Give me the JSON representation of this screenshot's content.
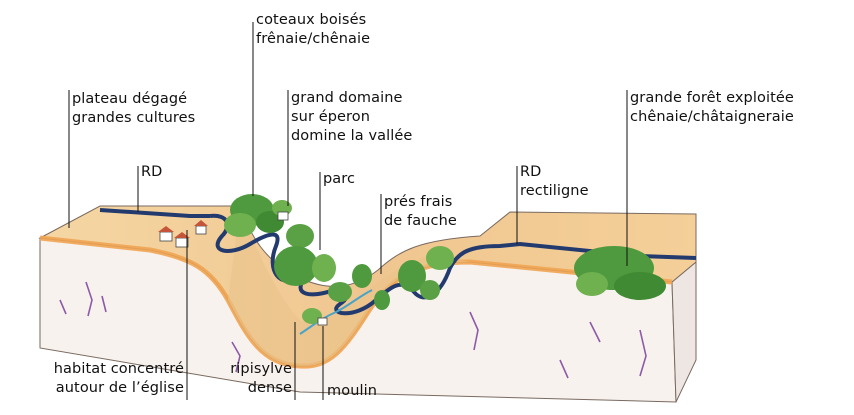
{
  "labels": {
    "coteaux": [
      "coteaux boisés",
      "frênaie/chênaie"
    ],
    "plateau": [
      "plateau dégagé",
      "grandes cultures"
    ],
    "domaine": [
      "grand domaine",
      "sur éperon",
      "domine la vallée"
    ],
    "foret": [
      "grande forêt exploitée",
      "chênaie/châtaigneraie"
    ],
    "rd_left": "RD",
    "parc": "parc",
    "pres": [
      "prés frais",
      "de fauche"
    ],
    "rd_right": [
      "RD",
      "rectiligne"
    ],
    "habitat": [
      "habitat concentré",
      "autour de l’église"
    ],
    "ripisylve": [
      "ripisylve",
      "dense"
    ],
    "moulin": "moulin"
  },
  "colors": {
    "plateau": "#f2c48a",
    "side": "#f6f1ec",
    "road": "#233a6e",
    "forest": "#4f9a3e",
    "cracks": "#8d5aa8"
  }
}
